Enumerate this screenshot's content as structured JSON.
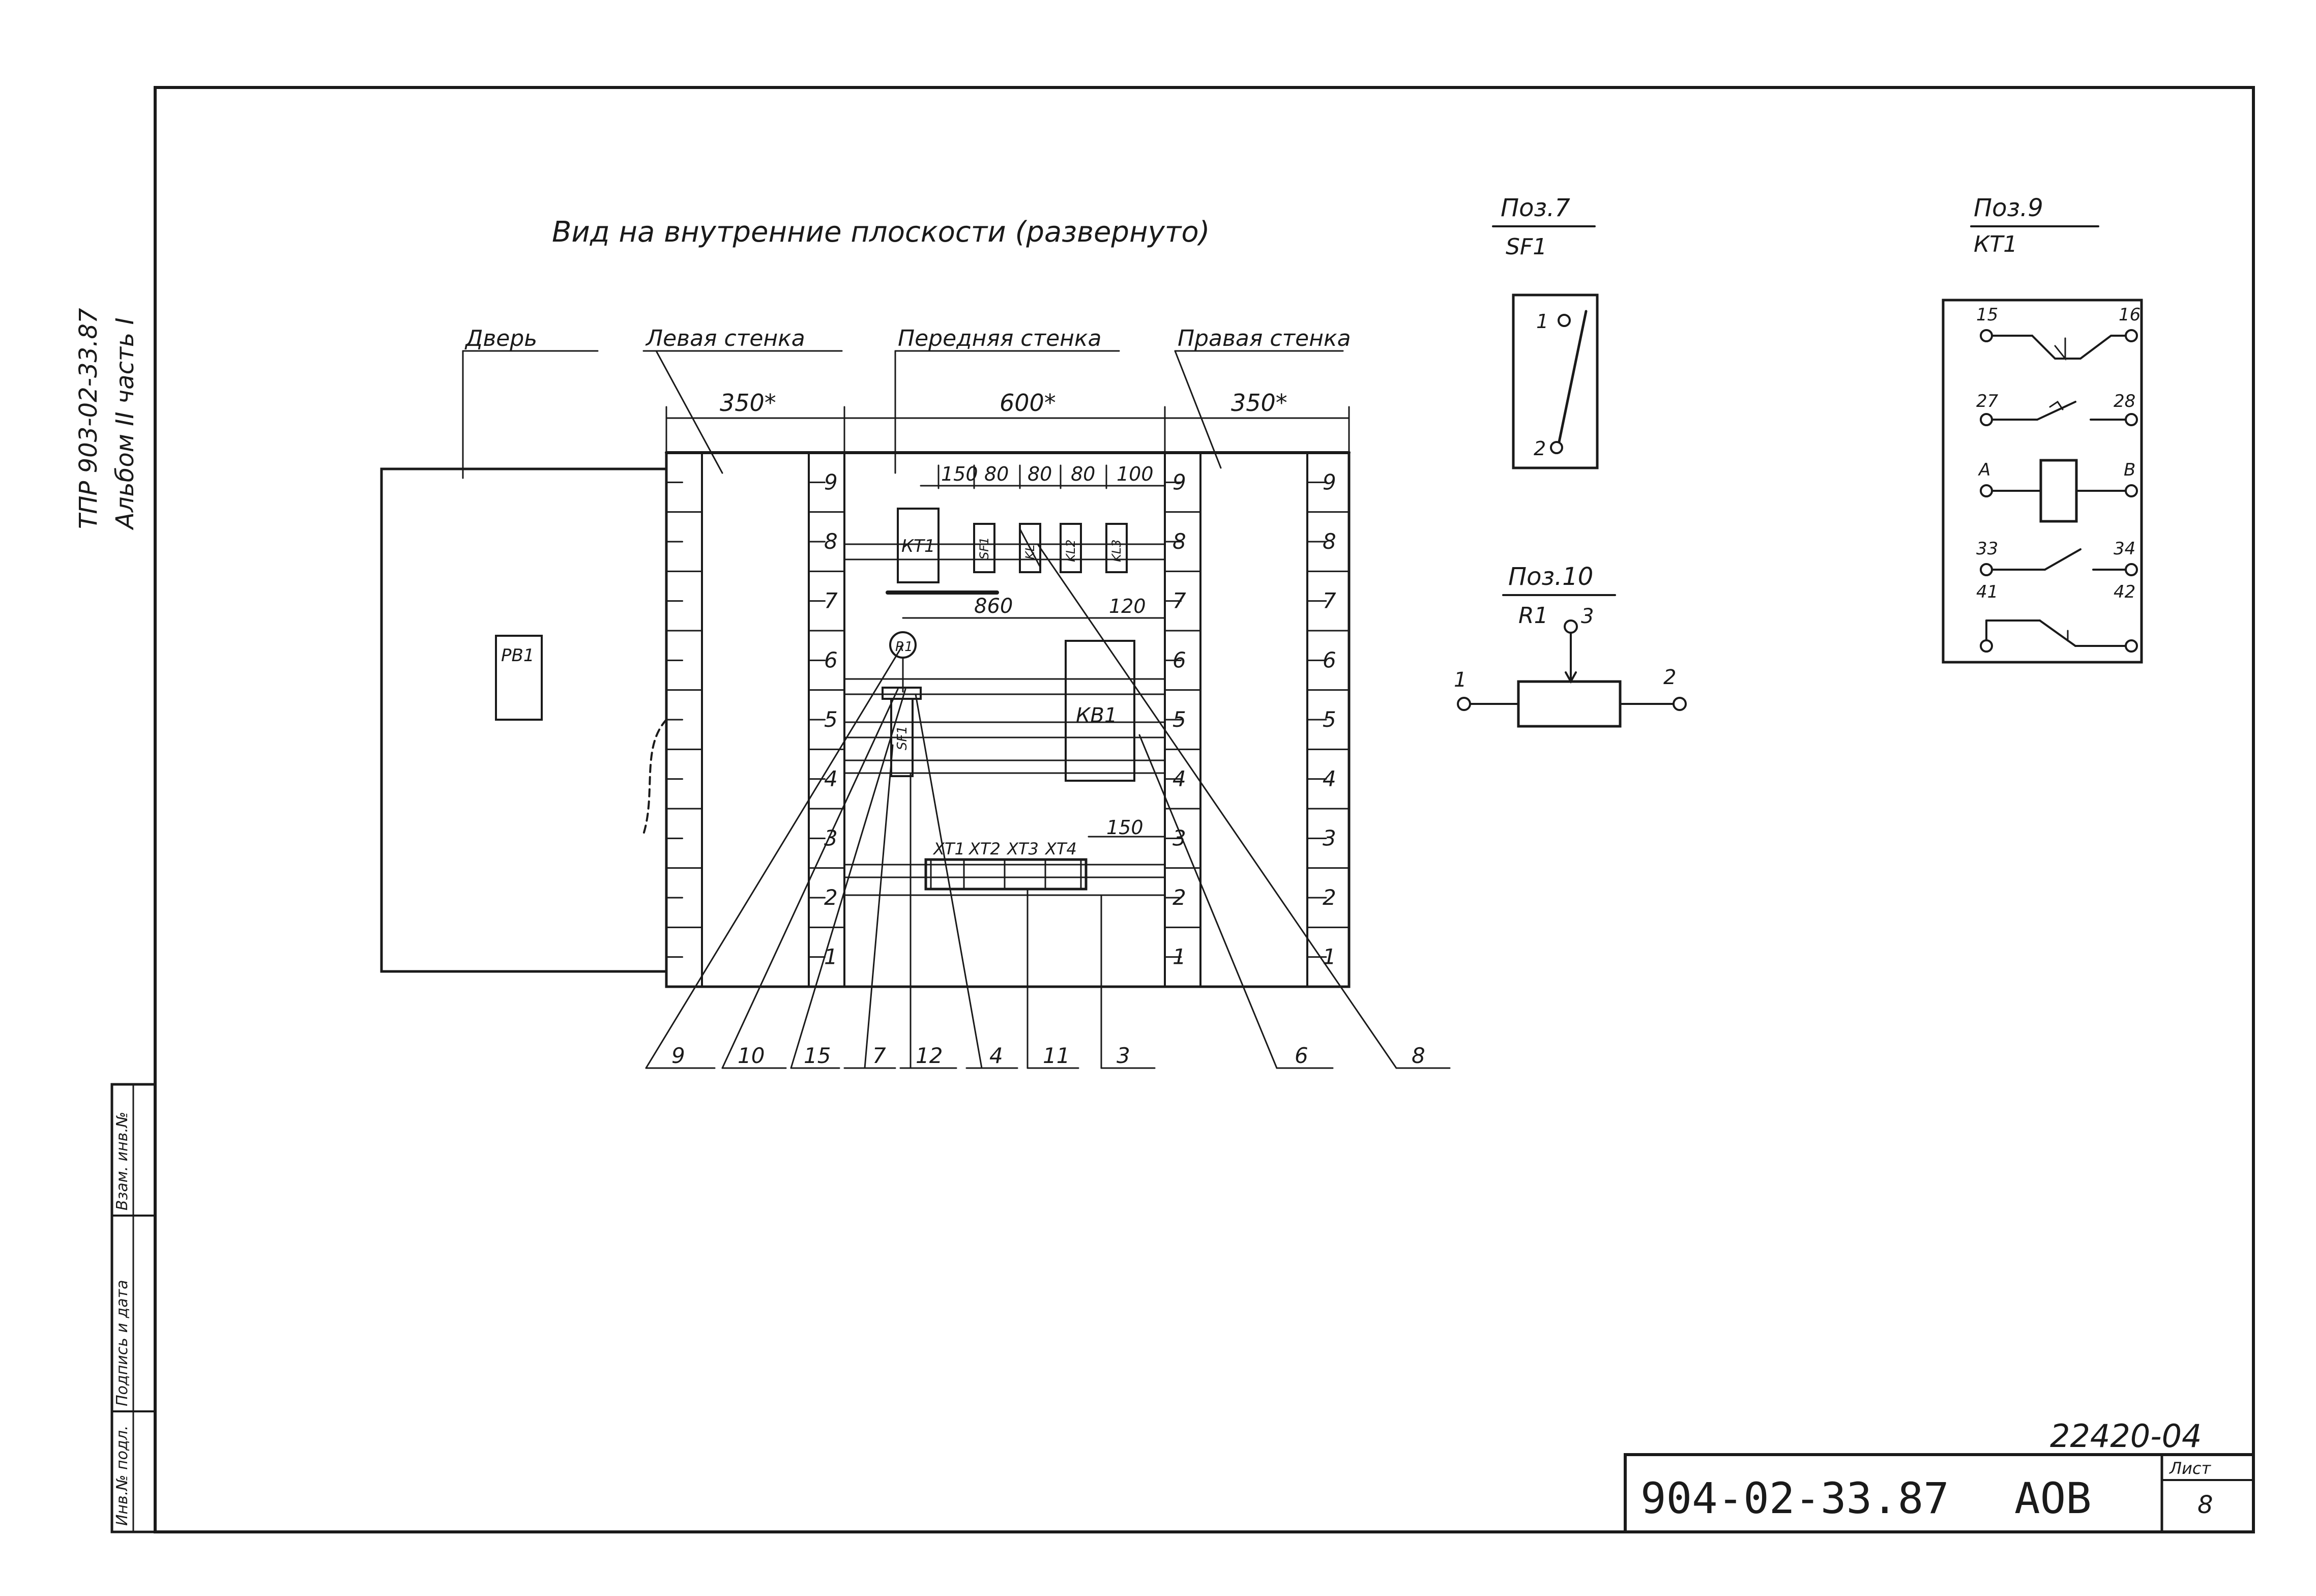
{
  "sheet": {
    "view_title": "Вид на внутренние плоскости (развернуто)",
    "side_stamp": {
      "line1": "ТПР 903-02-33.87",
      "line2": "Альбом II часть I"
    },
    "left_margin_labels": [
      "Инв.№ подл.",
      "Подпись и дата",
      "Взам. инв.№"
    ],
    "title_block": {
      "doc_number": "904-02-33.87",
      "section": "АОВ",
      "sheet_label": "Лист",
      "sheet_number": "8",
      "order_number": "22420-04"
    }
  },
  "cabinet": {
    "panels": {
      "door": "Дверь",
      "left": "Левая стенка",
      "front": "Передняя стенка",
      "right": "Правая стенка"
    },
    "door_component": "РВ1",
    "dimensions": {
      "left_width": "350*",
      "front_width": "600*",
      "right_width": "350*",
      "top_spacings": [
        "150",
        "80",
        "80",
        "80",
        "100"
      ],
      "mid_860": "860",
      "mid_120": "120",
      "lower_150": "150"
    },
    "rail_numbers": [
      "9",
      "8",
      "7",
      "6",
      "5",
      "4",
      "3",
      "2",
      "1"
    ],
    "components": {
      "kt1": "КТ1",
      "rail_devices": [
        "SF1",
        "KL",
        "KL2",
        "KL3"
      ],
      "kv1": "КВ1",
      "sf1_lower": "SF1",
      "r1_circle": "R1",
      "terminals": [
        "ХТ1",
        "ХТ2",
        "ХТ3",
        "ХТ4"
      ]
    },
    "callouts": [
      "9",
      "10",
      "15",
      "7",
      "12",
      "4",
      "11",
      "3",
      "6",
      "8"
    ]
  },
  "pos7": {
    "title": "Поз.7",
    "subtitle": "SF1",
    "contact_top": "1",
    "contact_bottom": "2"
  },
  "pos10": {
    "title": "Поз.10",
    "subtitle": "R1",
    "pin1": "1",
    "pin2": "2",
    "pin3": "3"
  },
  "pos9": {
    "title": "Поз.9",
    "subtitle": "КТ1",
    "rows": [
      {
        "left": "15",
        "right": "16"
      },
      {
        "left": "27",
        "right": "28"
      },
      {
        "left": "A",
        "right": "B"
      },
      {
        "left": "33",
        "right": "34"
      },
      {
        "left": "41",
        "right": "42"
      }
    ]
  }
}
